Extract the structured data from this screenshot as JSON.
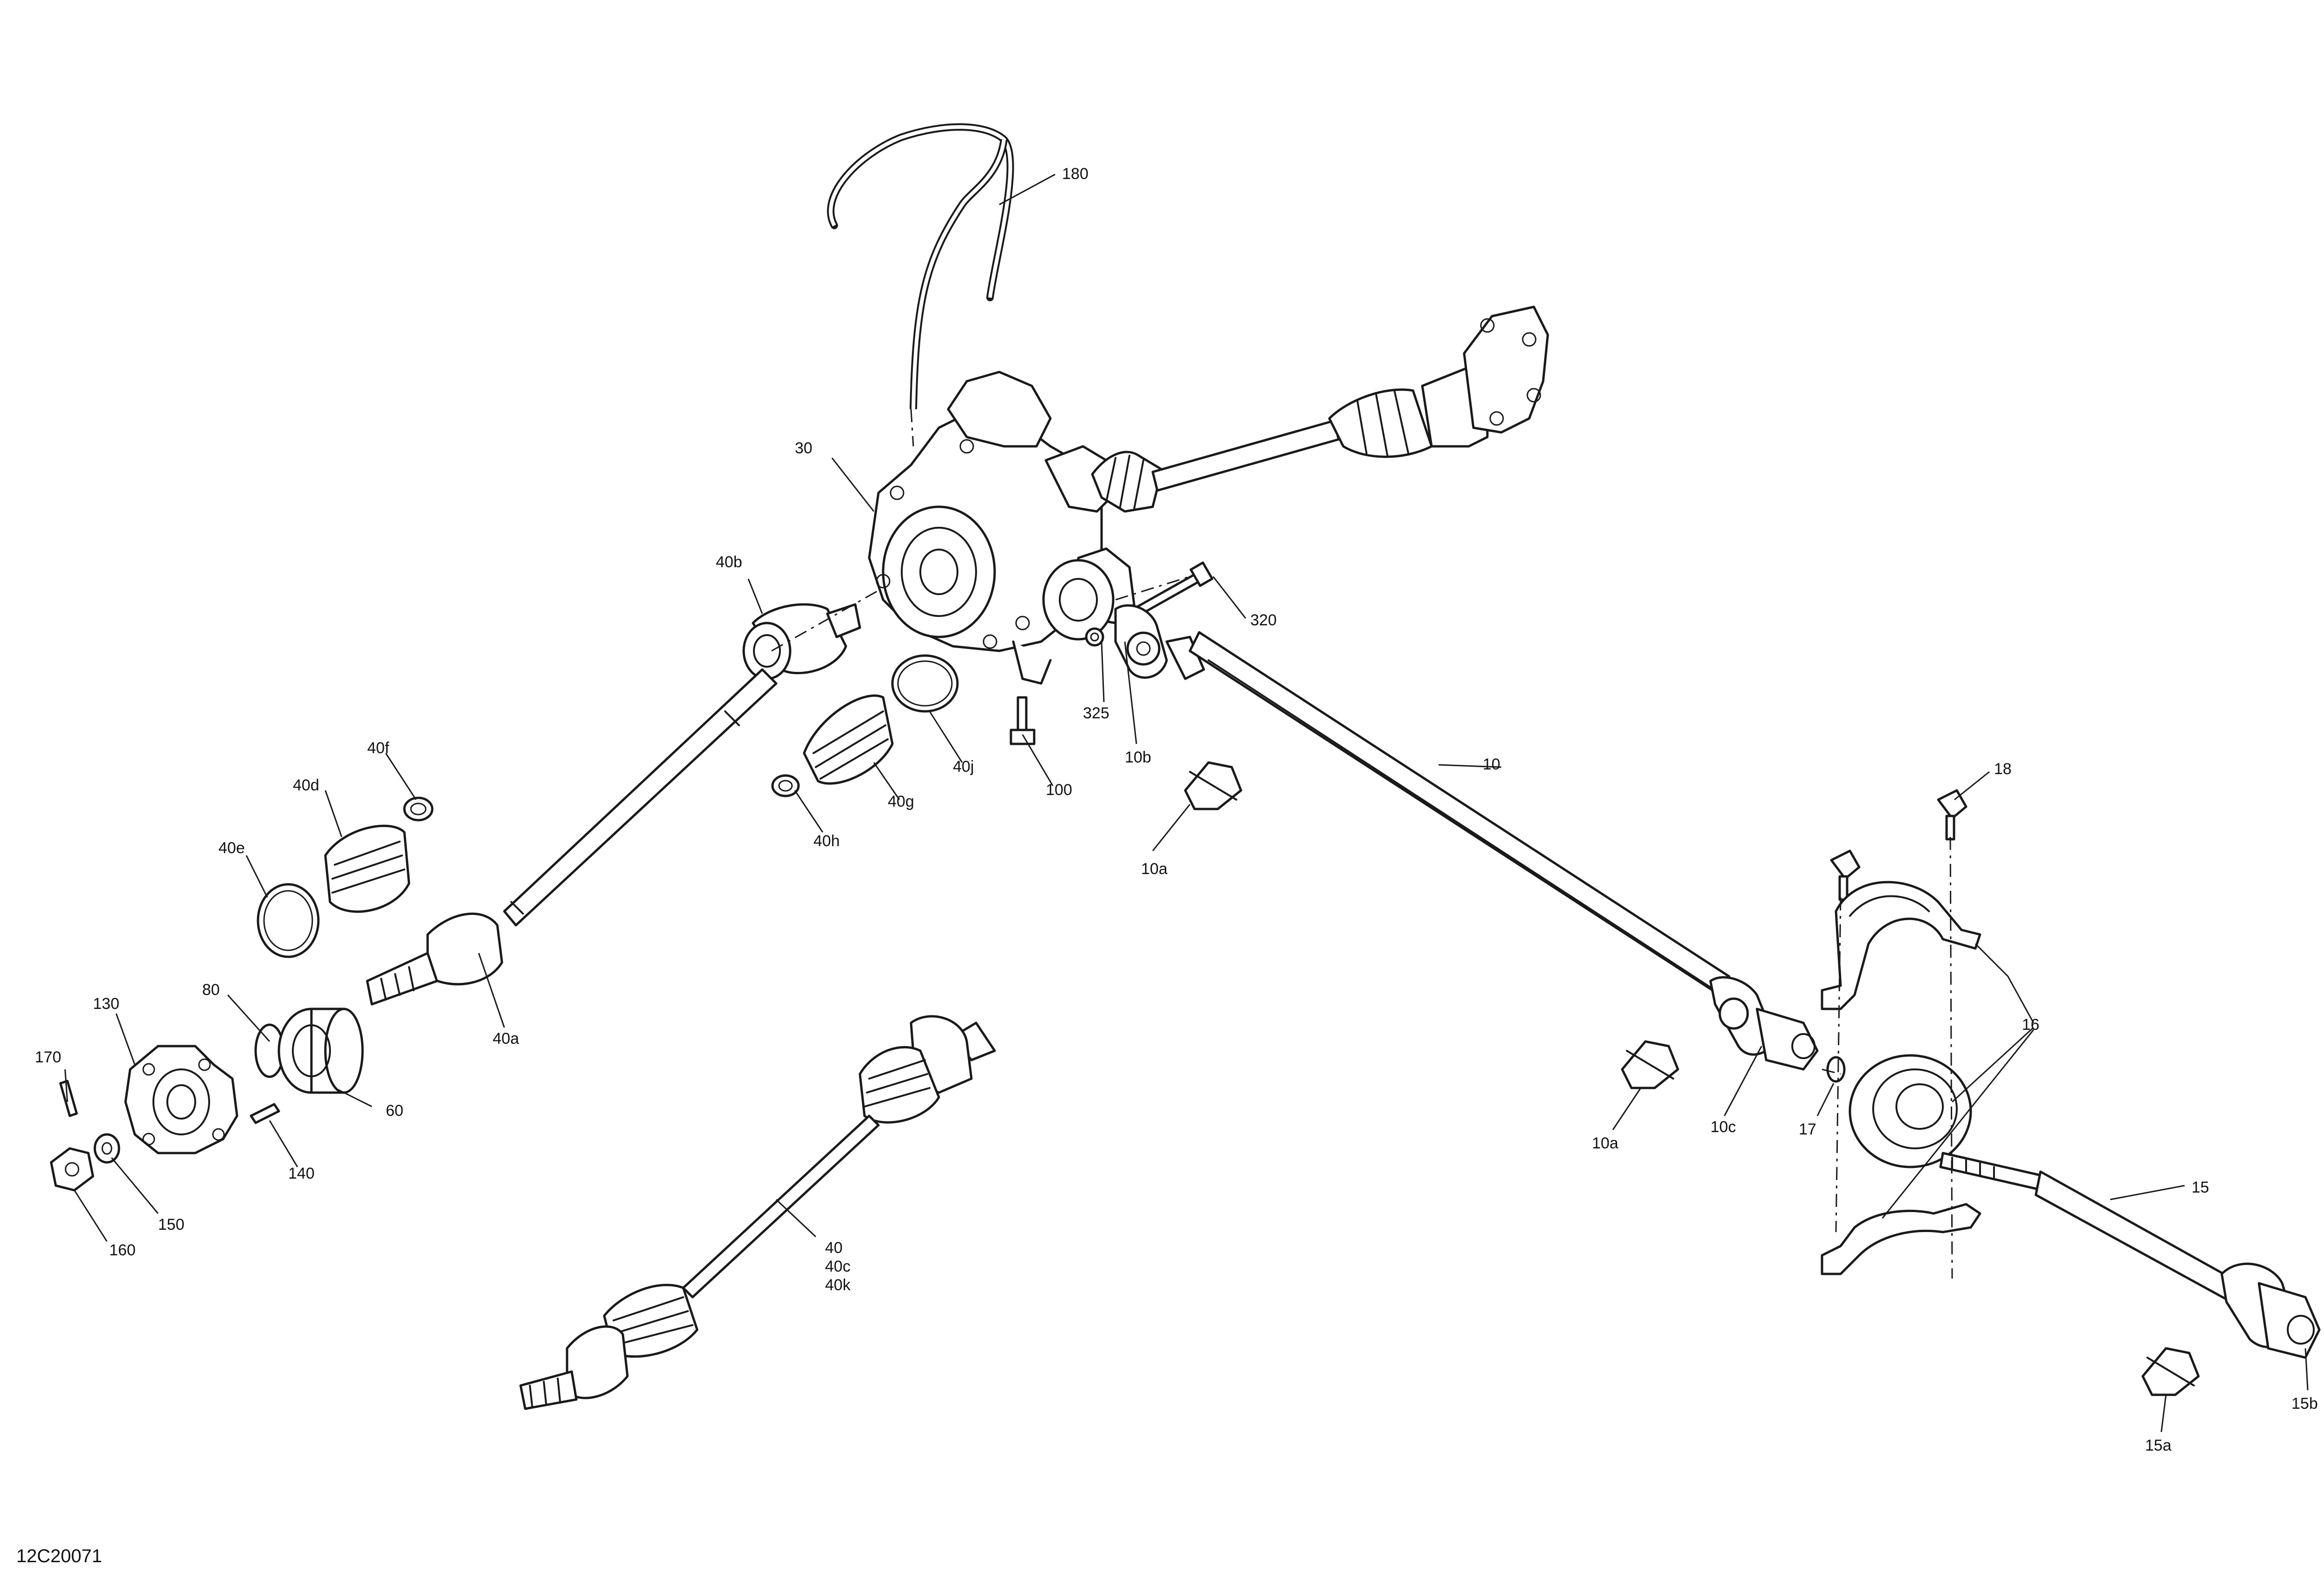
{
  "figure": {
    "reference_code": "12C20071"
  },
  "callouts": [
    {
      "id": "c-180",
      "text": "180"
    },
    {
      "id": "c-30",
      "text": "30"
    },
    {
      "id": "c-320",
      "text": "320"
    },
    {
      "id": "c-325",
      "text": "325"
    },
    {
      "id": "c-100",
      "text": "100"
    },
    {
      "id": "c-10b",
      "text": "10b"
    },
    {
      "id": "c-10-top",
      "text": "10"
    },
    {
      "id": "c-10a-top",
      "text": "10a"
    },
    {
      "id": "c-40b",
      "text": "40b"
    },
    {
      "id": "c-40f",
      "text": "40f"
    },
    {
      "id": "c-40d",
      "text": "40d"
    },
    {
      "id": "c-40e",
      "text": "40e"
    },
    {
      "id": "c-40j",
      "text": "40j"
    },
    {
      "id": "c-40g",
      "text": "40g"
    },
    {
      "id": "c-40h",
      "text": "40h"
    },
    {
      "id": "c-40a",
      "text": "40a"
    },
    {
      "id": "c-80",
      "text": "80"
    },
    {
      "id": "c-130",
      "text": "130"
    },
    {
      "id": "c-170",
      "text": "170"
    },
    {
      "id": "c-60",
      "text": "60"
    },
    {
      "id": "c-140",
      "text": "140"
    },
    {
      "id": "c-150",
      "text": "150"
    },
    {
      "id": "c-160",
      "text": "160"
    },
    {
      "id": "c-40",
      "text": "40"
    },
    {
      "id": "c-40c",
      "text": "40c"
    },
    {
      "id": "c-40k",
      "text": "40k"
    },
    {
      "id": "c-18",
      "text": "18"
    },
    {
      "id": "c-16",
      "text": "16"
    },
    {
      "id": "c-10a-bottom",
      "text": "10a"
    },
    {
      "id": "c-10c",
      "text": "10c"
    },
    {
      "id": "c-17",
      "text": "17"
    },
    {
      "id": "c-15",
      "text": "15"
    },
    {
      "id": "c-15b",
      "text": "15b"
    },
    {
      "id": "c-15a",
      "text": "15a"
    }
  ]
}
